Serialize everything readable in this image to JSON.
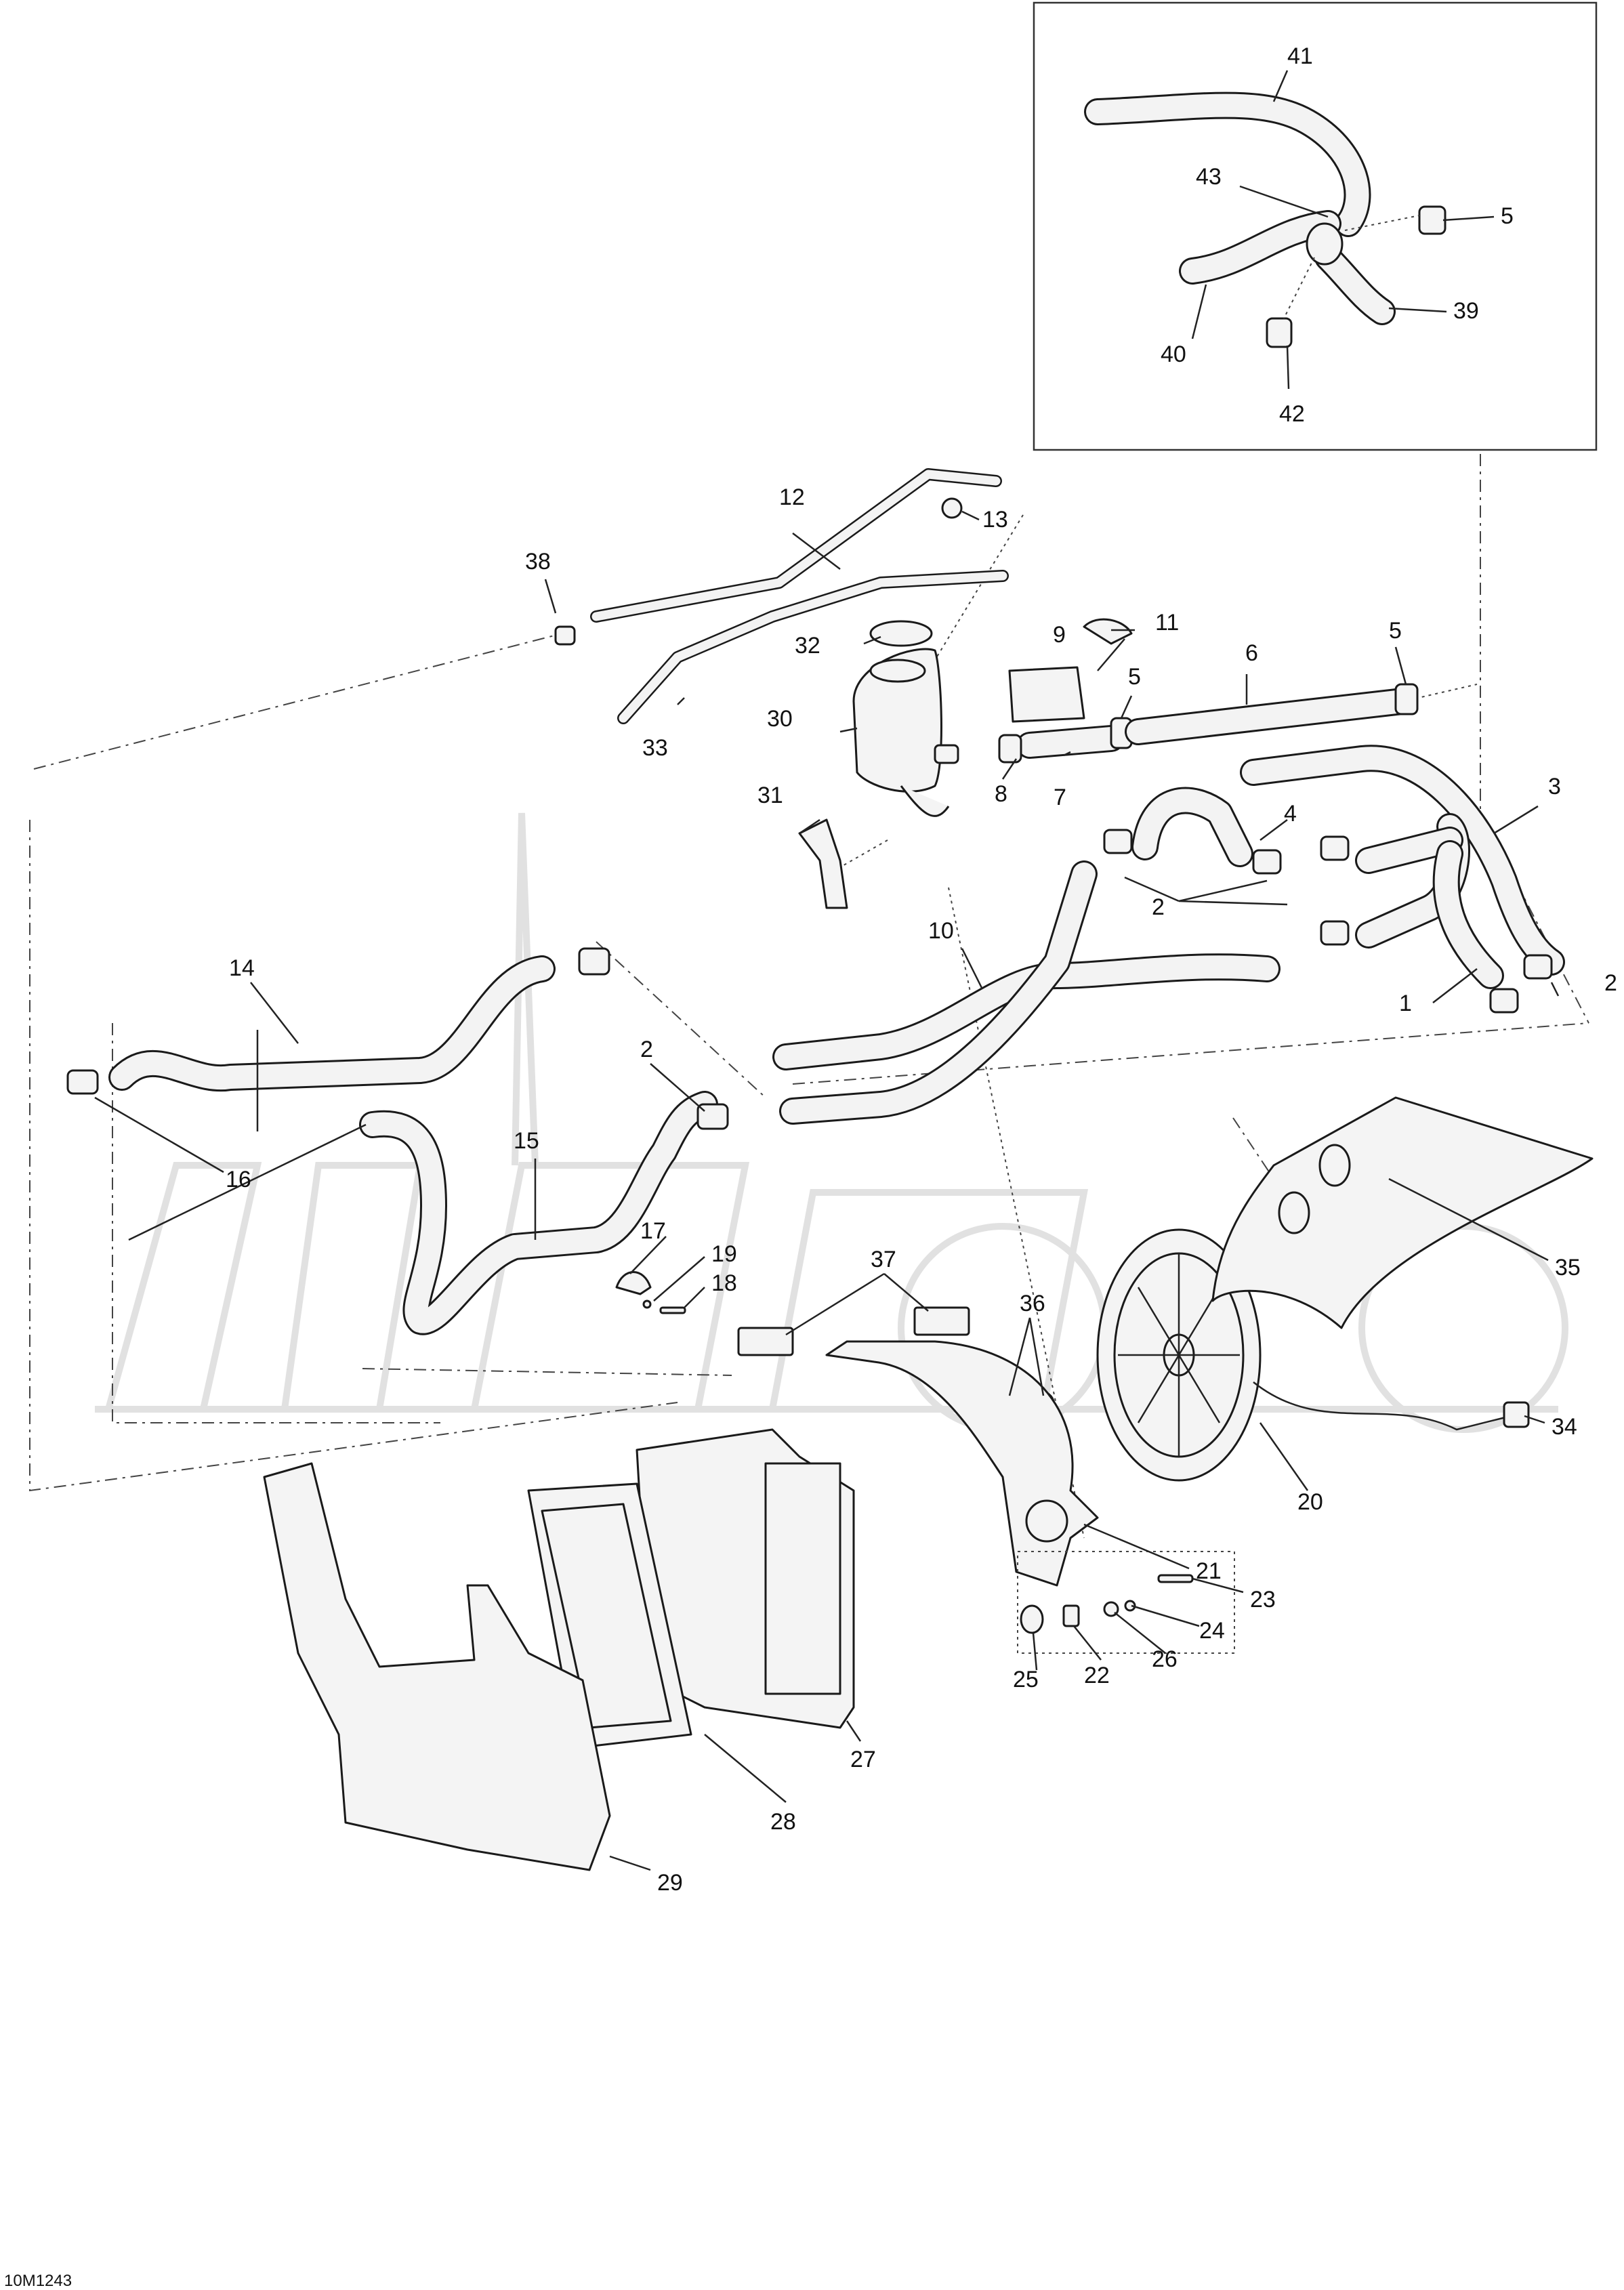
{
  "diagram": {
    "labels": {
      "p1": "1",
      "p2a": "2",
      "p2b": "2",
      "p2c": "2",
      "p3": "3",
      "p4": "4",
      "p5a": "5",
      "p5b": "5",
      "p5c": "5",
      "p6": "6",
      "p7": "7",
      "p8": "8",
      "p9": "9",
      "p10": "10",
      "p11": "11",
      "p12": "12",
      "p13": "13",
      "p14": "14",
      "p15": "15",
      "p16": "16",
      "p17": "17",
      "p18": "18",
      "p19": "19",
      "p20": "20",
      "p21": "21",
      "p22": "22",
      "p23": "23",
      "p24": "24",
      "p25": "25",
      "p26": "26",
      "p27": "27",
      "p28": "28",
      "p29": "29",
      "p30": "30",
      "p31": "31",
      "p32": "32",
      "p33": "33",
      "p34": "34",
      "p35": "35",
      "p36": "36",
      "p37": "37",
      "p38": "38",
      "p39": "39",
      "p40": "40",
      "p41": "41",
      "p42": "42",
      "p43": "43"
    },
    "reference_code": "10M1243",
    "colors": {
      "line": "#1a1a1a",
      "fill": "#f4f4f4",
      "watermark": "#e1e1e1"
    }
  }
}
